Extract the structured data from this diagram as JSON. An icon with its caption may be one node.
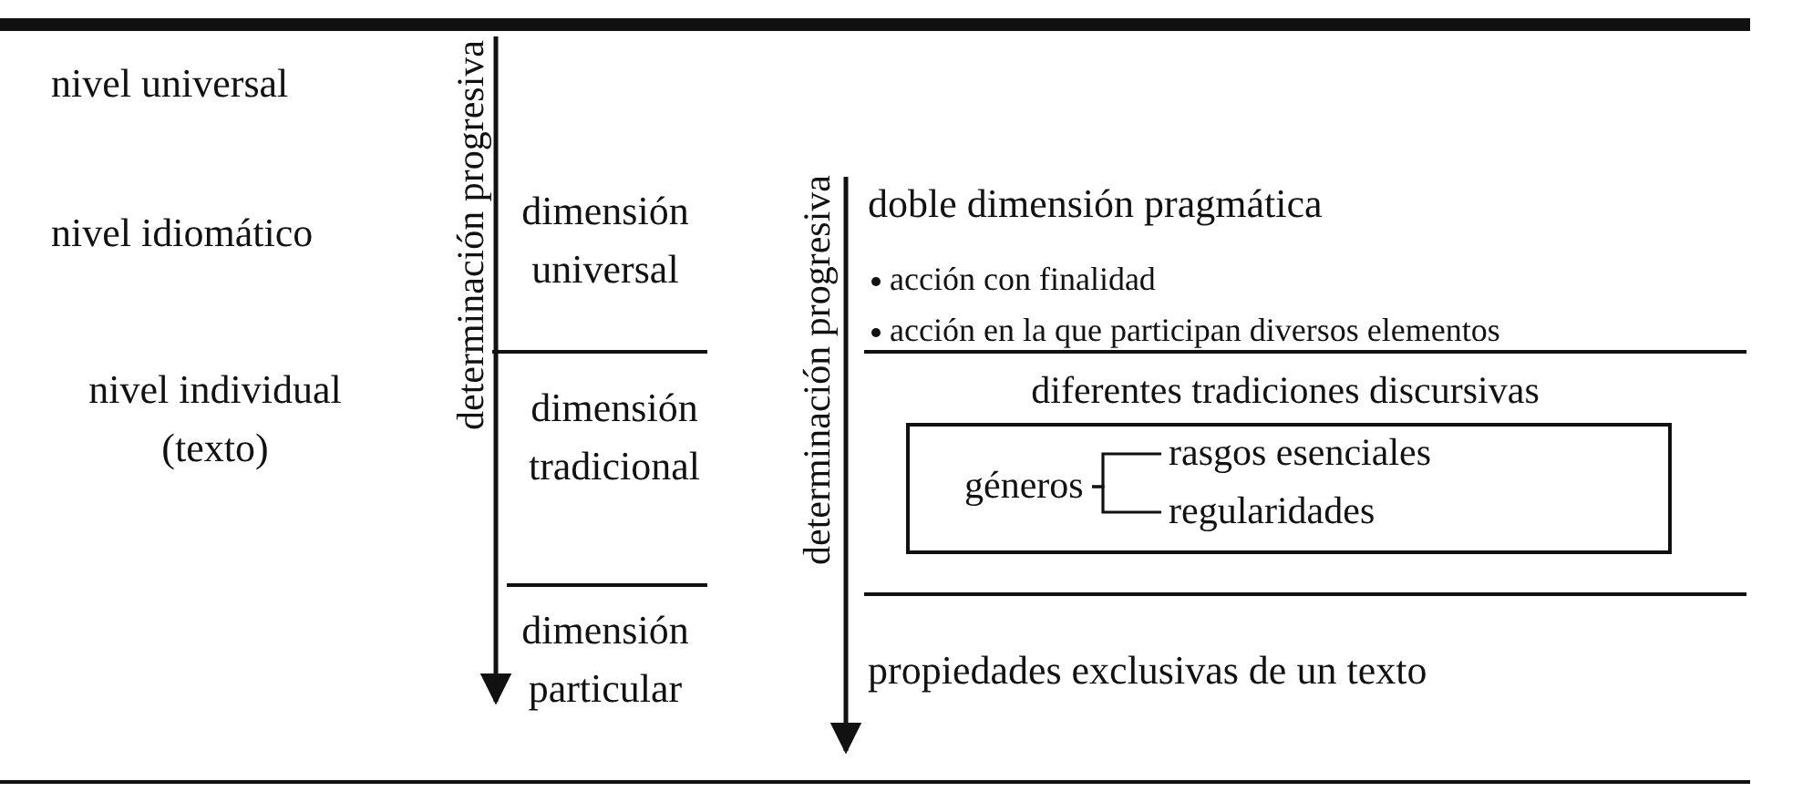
{
  "diagram": {
    "nodes": [
      {
        "text": [
          "diferentes tradiciones discursivas"
        ]
      },
      {
        "text": [
          "géneros"
        ],
        "in": 0
      },
      {
        "text": [
          "rasgos esenciales"
        ],
        "in": 0
      },
      {
        "text": [
          "regularidades"
        ],
        "in": 0
      }
    ],
    "edges": [
      {
        "from": 1,
        "to": 2,
        "arrow": "none"
      },
      {
        "from": 1,
        "to": 3,
        "arrow": "none"
      }
    ],
    "labels": [
      "nivel universal",
      "determinación progresiva",
      "nivel idiomático",
      "dimensión universal",
      "determinación progresiva",
      "doble dimensión pragmática",
      "acción con finalidad",
      "acción en la que participan diversos elementos",
      "nivel individual (texto)",
      "dimensión tradicional",
      "dimensión particular",
      "propiedades exclusivas de un texto"
    ]
  }
}
